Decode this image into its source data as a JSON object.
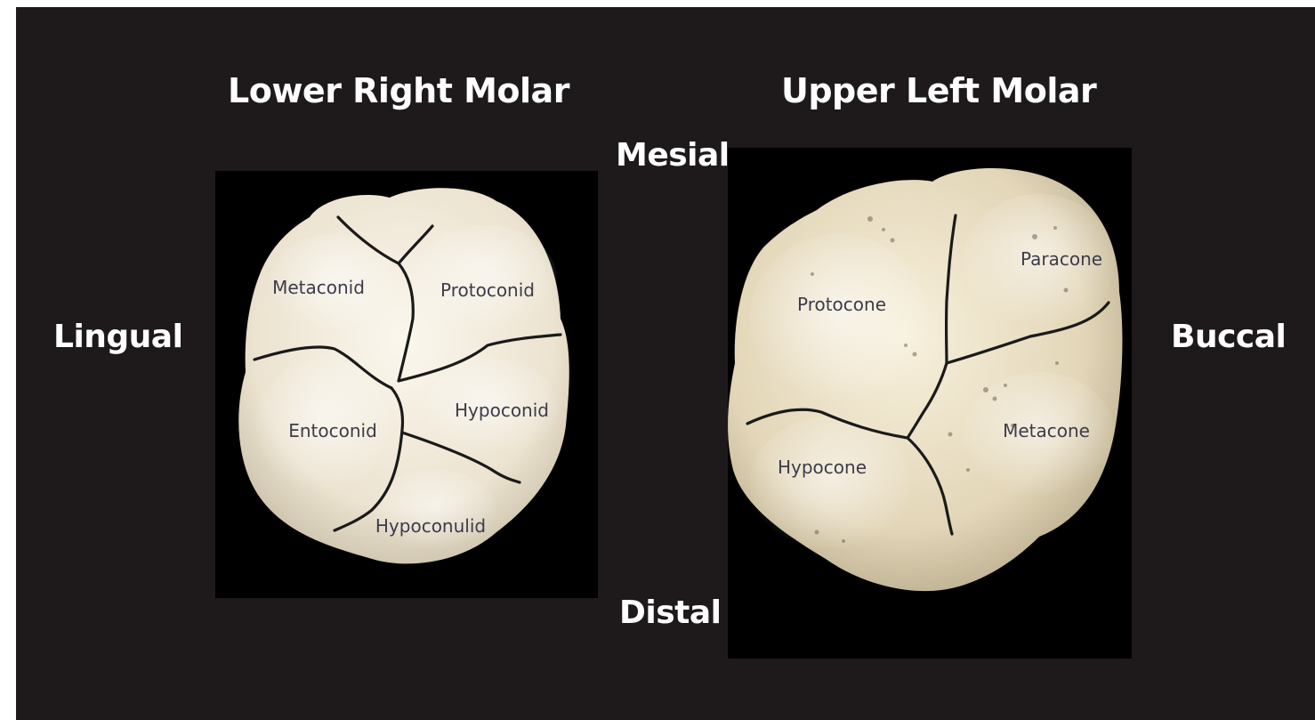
{
  "titles": {
    "left": "Lower Right Molar",
    "right": "Upper Left Molar"
  },
  "orientation": {
    "mesial": "Mesial",
    "distal": "Distal",
    "lingual": "Lingual",
    "buccal": "Buccal"
  },
  "lower_right_molar": {
    "cusps": {
      "metaconid": "Metaconid",
      "protoconid": "Protoconid",
      "entoconid": "Entoconid",
      "hypoconid": "Hypoconid",
      "hypoconulid": "Hypoconulid"
    }
  },
  "upper_left_molar": {
    "cusps": {
      "paracone": "Paracone",
      "protocone": "Protocone",
      "metacone": "Metacone",
      "hypocone": "Hypocone"
    }
  },
  "colors": {
    "background": "#1e1a1b",
    "photo_background": "#000000",
    "text": "#ffffff",
    "enamel_light": "#f6f0e4",
    "enamel_shadow": "#c9bfa8",
    "groove_line": "#1a1a1a",
    "cusp_label": "#3c3c4a"
  }
}
